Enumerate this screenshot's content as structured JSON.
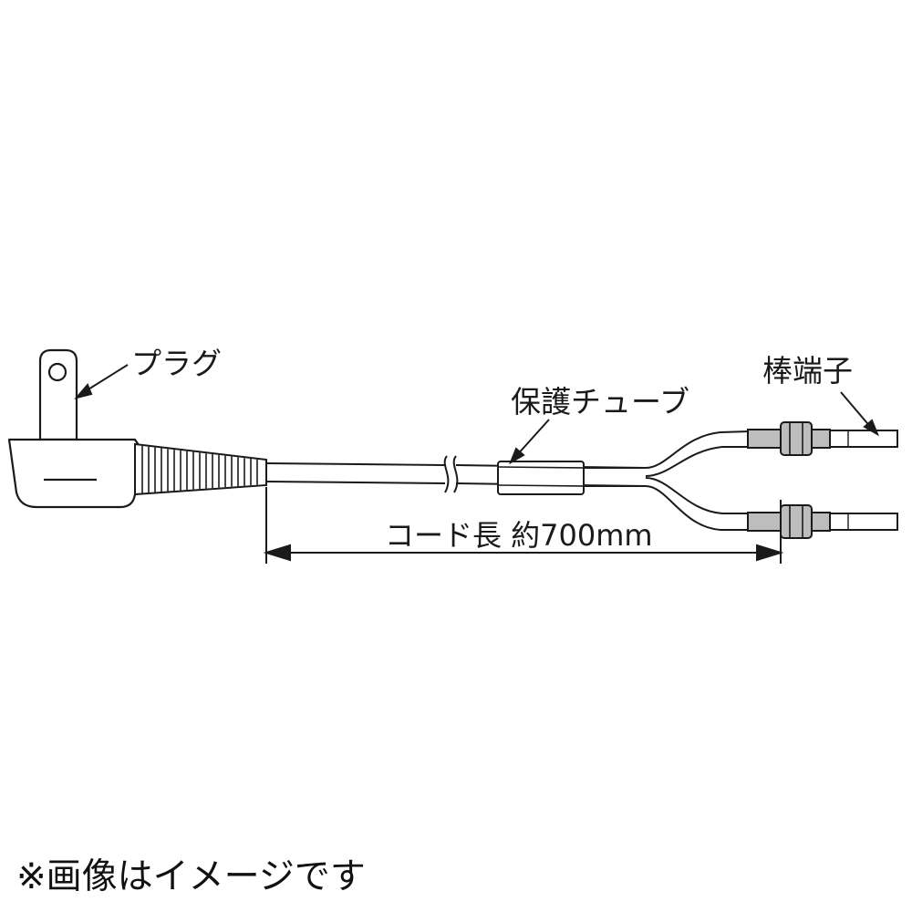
{
  "labels": {
    "plug": "プラグ",
    "tube": "保護チューブ",
    "terminal": "棒端子",
    "length": "コード長 約700mm"
  },
  "note": "※画像はイメージです",
  "colors": {
    "line": "#1a1a1a",
    "fill": "#ffffff",
    "ferrule_shade": "#bdbdbd",
    "ferrule_dark": "#8a8a8a"
  }
}
